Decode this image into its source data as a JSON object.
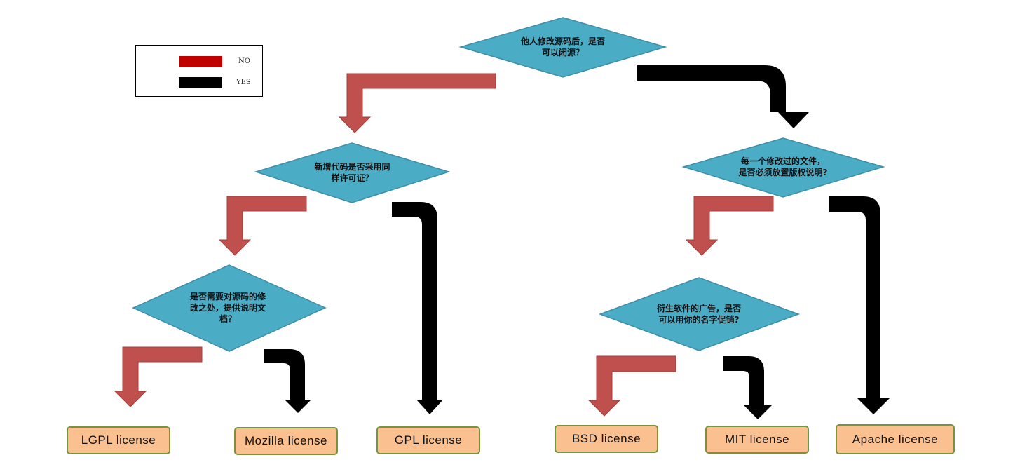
{
  "colors": {
    "diamond_fill": "#4bacc6",
    "diamond_stroke": "#3d8ea6",
    "no_arrow": "#c0504d",
    "yes_arrow": "#000000",
    "license_fill": "#fac08f",
    "license_border": "#77933c",
    "legend_no": "#c00000",
    "legend_yes": "#000000"
  },
  "legend": {
    "no_label": "NO",
    "yes_label": "YES"
  },
  "questions": {
    "q1": "他人修改源码后，是否\n可以闭源？",
    "q2": "新增代码是否采用同\n样许可证？",
    "q3": "是否需要对源码的修\n改之处，提供说明文\n档？",
    "q4": "每一个修改过的文件，\n是否必须放置版权说明?",
    "q5": "衍生软件的广告，是否\n可以用你的名字促销?"
  },
  "licenses": {
    "lgpl": "LGPL license",
    "mozilla": "Mozilla license",
    "gpl": "GPL license",
    "bsd": "BSD license",
    "mit": "MIT license",
    "apache": "Apache license"
  }
}
